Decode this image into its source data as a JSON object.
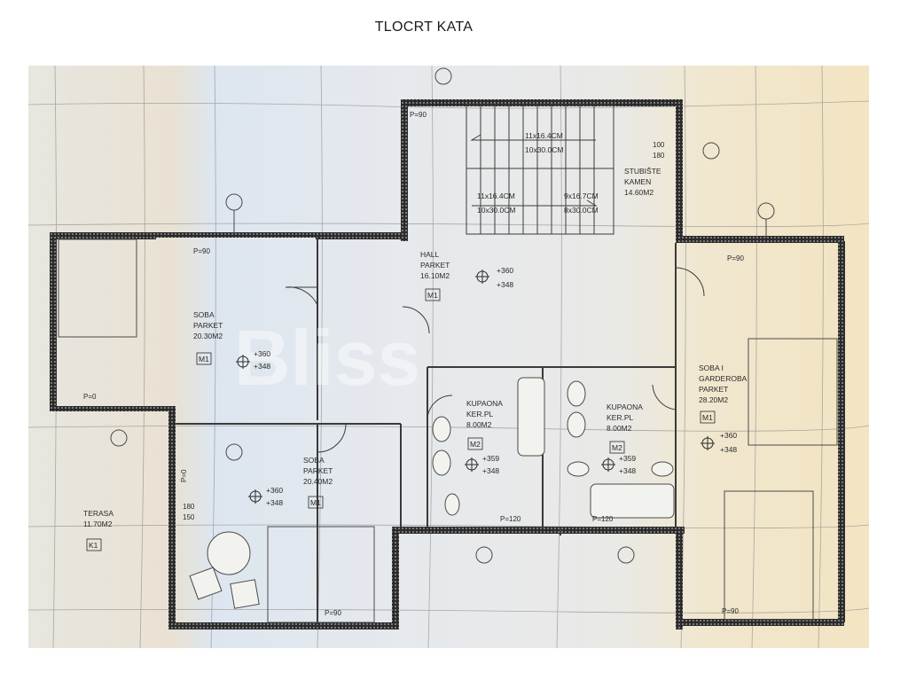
{
  "title": "TLOCRT KATA",
  "watermark": "Bliss",
  "rooms": [
    {
      "id": "soba-1",
      "lines": [
        "SOBA",
        "PARKET",
        "20.30M2"
      ],
      "code": "M1",
      "marks": [
        "+360",
        "+348"
      ]
    },
    {
      "id": "soba-2",
      "lines": [
        "SOBA",
        "PARKET",
        "20.40M2"
      ],
      "code": "M1",
      "marks": [
        "+360",
        "+348"
      ]
    },
    {
      "id": "hall",
      "lines": [
        "HALL",
        "PARKET",
        "16.10M2"
      ],
      "code": "M1",
      "marks": [
        "+360",
        "+348"
      ]
    },
    {
      "id": "kupaona-1",
      "lines": [
        "KUPAONA",
        "KER.PL",
        "8.00M2"
      ],
      "code": "M2",
      "marks": [
        "+359",
        "+348"
      ]
    },
    {
      "id": "kupaona-2",
      "lines": [
        "KUPAONA",
        "KER.PL",
        "8.00M2"
      ],
      "code": "M2",
      "marks": [
        "+359",
        "+348"
      ]
    },
    {
      "id": "soba-garderoba",
      "lines": [
        "SOBA I",
        "GARDEROBA",
        "PARKET",
        "28.20M2"
      ],
      "code": "M1",
      "marks": [
        "+360",
        "+348"
      ]
    },
    {
      "id": "terasa",
      "lines": [
        "TERASA",
        "11.70M2"
      ],
      "code": "K1",
      "marks": []
    },
    {
      "id": "stubiste",
      "lines": [
        "STUBIŠTE",
        "KAMEN",
        "14.60M2"
      ],
      "code": "",
      "marks": []
    }
  ],
  "stairs": {
    "upper": [
      "11x16.4CM",
      "10x30.0CM"
    ],
    "lower_left": [
      "11x16.4CM",
      "10x30.0CM"
    ],
    "lower_right": [
      "9x16.7CM",
      "8x30.0CM"
    ]
  },
  "annotations": {
    "p90_top": "P=90",
    "p90_soba1": "P=90",
    "p0_soba1": "P=0",
    "p90_garderoba": "P=90",
    "p90_garderoba_bottom": "P=90",
    "p90_soba2": "P=90",
    "p120_kup1": "P=120",
    "p120_kup2": "P=120",
    "door_100": "100",
    "door_180": "180",
    "terasa_180": "180",
    "terasa_150": "150",
    "pv_label": "P=0"
  }
}
